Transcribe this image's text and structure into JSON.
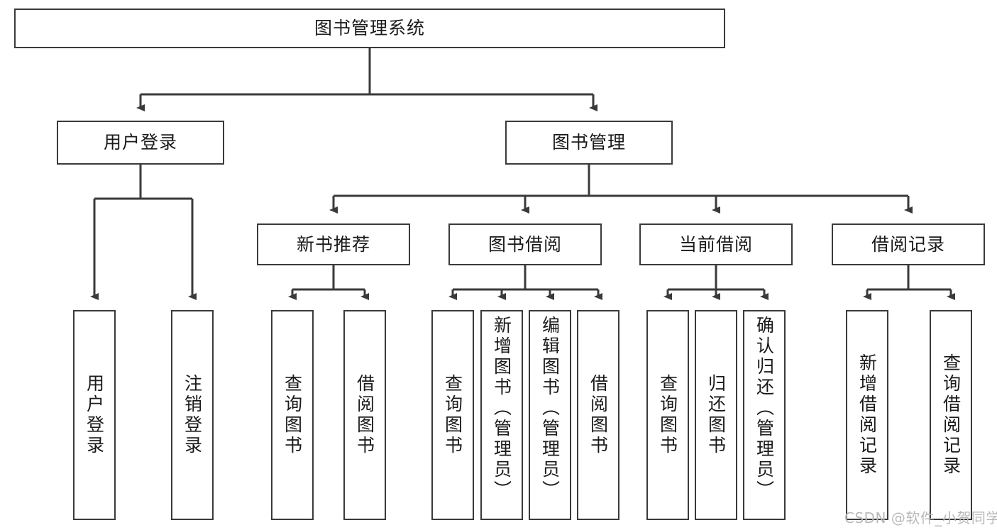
{
  "diagram": {
    "type": "tree",
    "title": "图书管理系统",
    "root": {
      "label": "图书管理系统"
    },
    "level2": [
      {
        "label": "用户登录"
      },
      {
        "label": "图书管理"
      }
    ],
    "level3": [
      {
        "label": "新书推荐"
      },
      {
        "label": "图书借阅"
      },
      {
        "label": "当前借阅"
      },
      {
        "label": "借阅记录"
      }
    ],
    "leaves": {
      "user_login": [
        {
          "label": "用户登录"
        },
        {
          "label": "注销登录"
        }
      ],
      "new_book_recommend": [
        {
          "label": "查询图书"
        },
        {
          "label": "借阅图书"
        }
      ],
      "book_borrow": [
        {
          "label": "查询图书"
        },
        {
          "label": "新增图书（管理员）"
        },
        {
          "label": "编辑图书（管理员）"
        },
        {
          "label": "借阅图书"
        }
      ],
      "current_borrow": [
        {
          "label": "查询图书"
        },
        {
          "label": "归还图书"
        },
        {
          "label": "确认归还（管理员）"
        }
      ],
      "borrow_record": [
        {
          "label": "新增借阅记录"
        },
        {
          "label": "查询借阅记录"
        }
      ]
    }
  },
  "watermark": {
    "text": "CSDN @软件_小贺同学"
  },
  "colors": {
    "stroke": "#3a3a3a",
    "text": "#1a1a1a",
    "background": "#ffffff",
    "watermark": "#b9b9b9"
  }
}
